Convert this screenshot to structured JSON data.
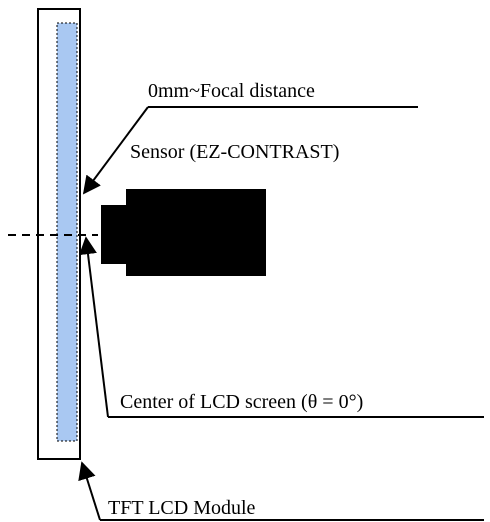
{
  "labels": {
    "focal_distance": "0mm~Focal distance",
    "sensor": "Sensor (EZ-CONTRAST)",
    "center": "Center of LCD screen (θ = 0°)",
    "module": "TFT LCD Module"
  },
  "colors": {
    "screen_fill": "#a9c8f2",
    "outline": "#000000",
    "sensor": "#000000",
    "background": "#ffffff"
  }
}
